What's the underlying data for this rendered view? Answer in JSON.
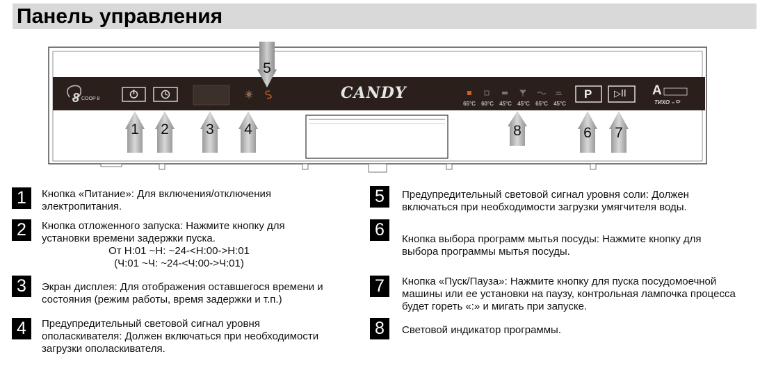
{
  "page_title": "Панель управления",
  "panel": {
    "brand": "CANDY",
    "model_badge": "8",
    "model_sub": "COOP 8",
    "energy_class": "A",
    "quiet_label": "ТИХО",
    "program_temps": [
      "65°C",
      "60°C",
      "45°C",
      "45°C",
      "65°C",
      "45°C"
    ],
    "program_button_label": "P",
    "start_pause_label": "▷II",
    "callouts": [
      "1",
      "2",
      "3",
      "4",
      "5",
      "6",
      "7",
      "8"
    ]
  },
  "items": [
    {
      "number": "1",
      "lines": [
        "Кнопка «Питание»: Для включения/отключения",
        "электропитания."
      ]
    },
    {
      "number": "2",
      "lines": [
        "Кнопка отложенного запуска: Нажмите кнопку для",
        "установки времени задержки пуска."
      ],
      "extra": [
        "От Н:01 ~Н: ~24-<Н:00->Н:01",
        "(Ч:01 ~Ч: ~24-<Ч:00->Ч:01)"
      ]
    },
    {
      "number": "3",
      "lines": [
        "Экран дисплея: Для отображения оставшегося времени и",
        "состояния (режим работы, время задержки и т.п.)"
      ]
    },
    {
      "number": "4",
      "lines": [
        "Предупредительный световой сигнал уровня",
        "ополаскивателя: Должен включаться при необходимости",
        "загрузки ополаскивателя."
      ]
    },
    {
      "number": "5",
      "lines": [
        "Предупредительный световой сигнал уровня соли: Должен",
        "включаться при необходимости загрузки умягчителя воды."
      ]
    },
    {
      "number": "6",
      "lines": [
        "Кнопка выбора программ мытья посуды: Нажмите кнопку для",
        "выбора программы мытья посуды."
      ]
    },
    {
      "number": "7",
      "lines": [
        "Кнопка «Пуск/Пауза»: Нажмите кнопку для пуска посудомоечной",
        "машины или ее установки на паузу, контрольная лампочка процесса",
        "будет гореть «:» и мигать при запуске."
      ]
    },
    {
      "number": "8",
      "lines": [
        "Световой индикатор программы."
      ]
    }
  ]
}
